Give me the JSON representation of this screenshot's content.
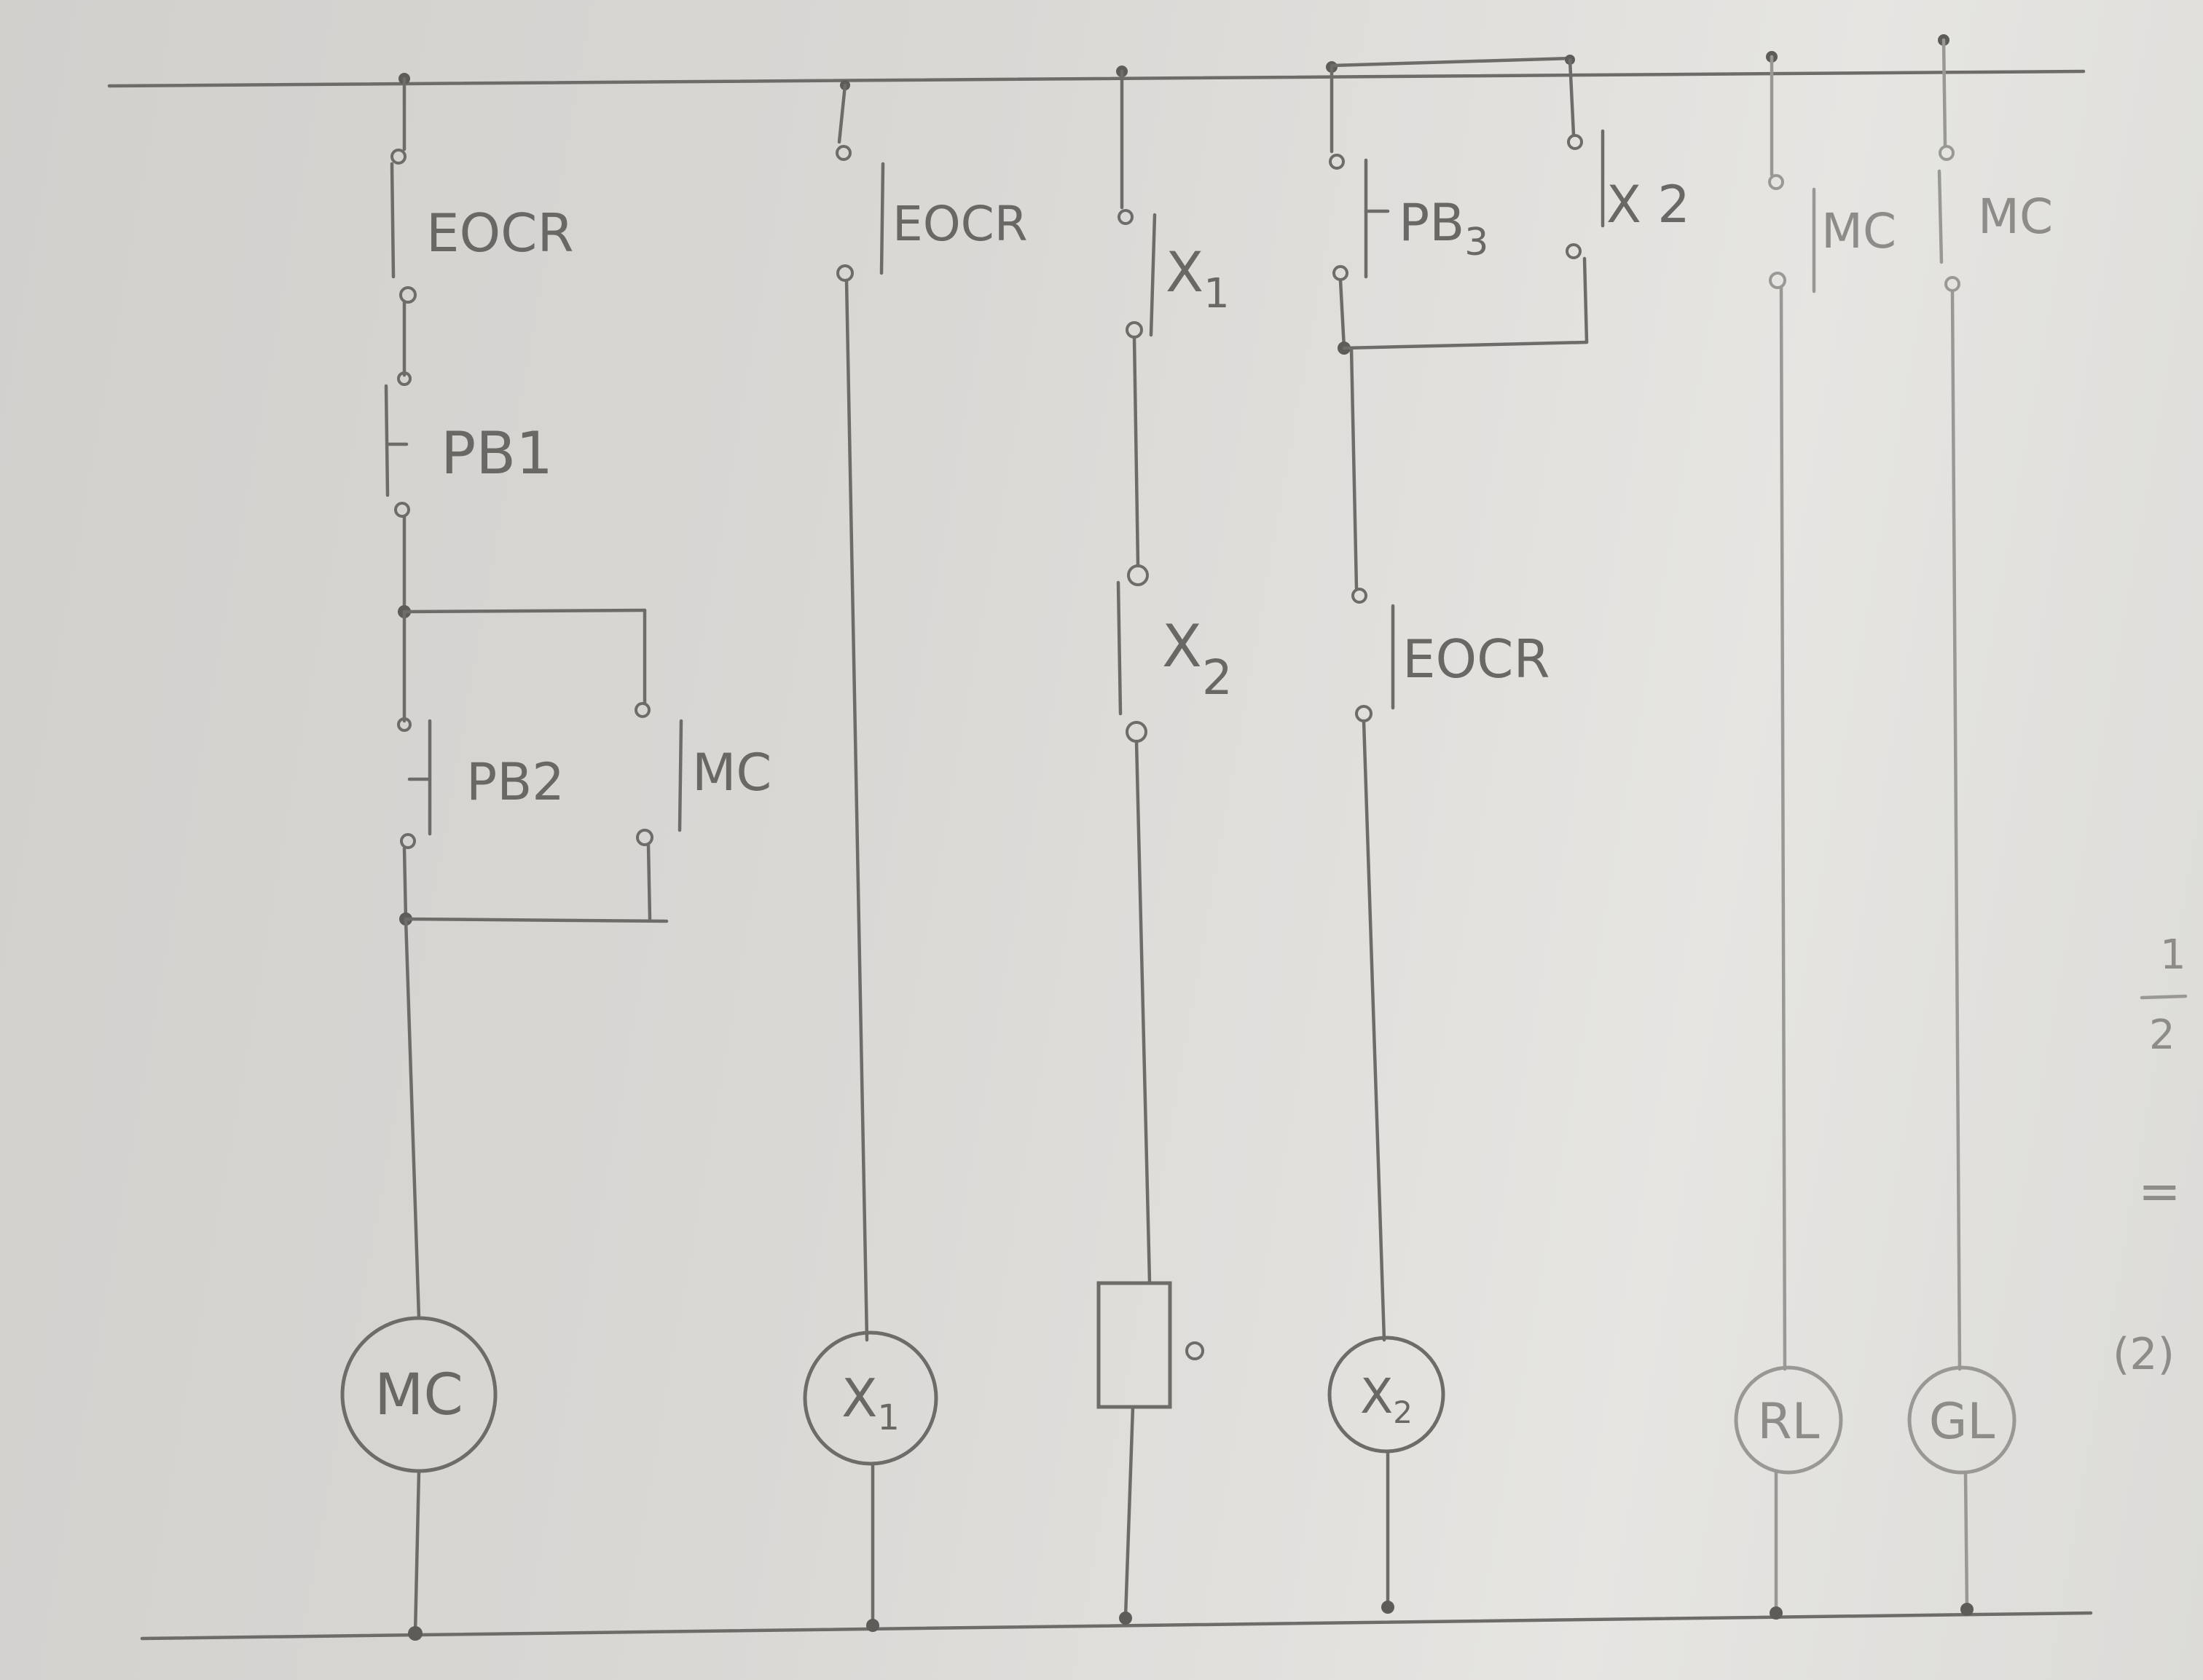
{
  "diagram": {
    "rungs": [
      {
        "id": "rung-mc",
        "contacts": [
          "EOCR",
          "PB1",
          "PB2",
          "MC"
        ],
        "coil": "MC"
      },
      {
        "id": "rung-x1",
        "contacts": [
          "EOCR"
        ],
        "coil": "X1"
      },
      {
        "id": "rung-timer",
        "contacts": [
          "X1",
          "X2"
        ],
        "coil": ""
      },
      {
        "id": "rung-x2",
        "contacts": [
          "PB3",
          "X2",
          "EOCR"
        ],
        "coil": "X2"
      },
      {
        "id": "rung-rl",
        "contacts": [
          "MC"
        ],
        "coil": "RL"
      },
      {
        "id": "rung-gl",
        "contacts": [
          "MC"
        ],
        "coil": "GL"
      }
    ],
    "margin_notes": {
      "fraction_top": "1",
      "fraction_bottom": "2",
      "equals": "=",
      "item": "(2)"
    }
  },
  "text": {
    "r1_eocr": "EOCR",
    "r1_pb1": "PB1",
    "r1_pb2": "PB2",
    "r1_mc": "MC",
    "r1_coil": "MC",
    "r2_eocr": "EOCR",
    "r2_coil_main": "X",
    "r2_coil_sub": "1",
    "r3_x1_main": "X",
    "r3_x1_sub": "1",
    "r3_x2_main": "X",
    "r3_x2_sub": "2",
    "r4_pb3_main": "PB",
    "r4_pb3_sub": "3",
    "r4_x2": "X 2",
    "r4_eocr": "EOCR",
    "r4_coil_main": "X",
    "r4_coil_sub": "2",
    "r5_mc": "MC",
    "r5_coil": "RL",
    "r6_mc": "MC",
    "r6_coil": "GL"
  }
}
